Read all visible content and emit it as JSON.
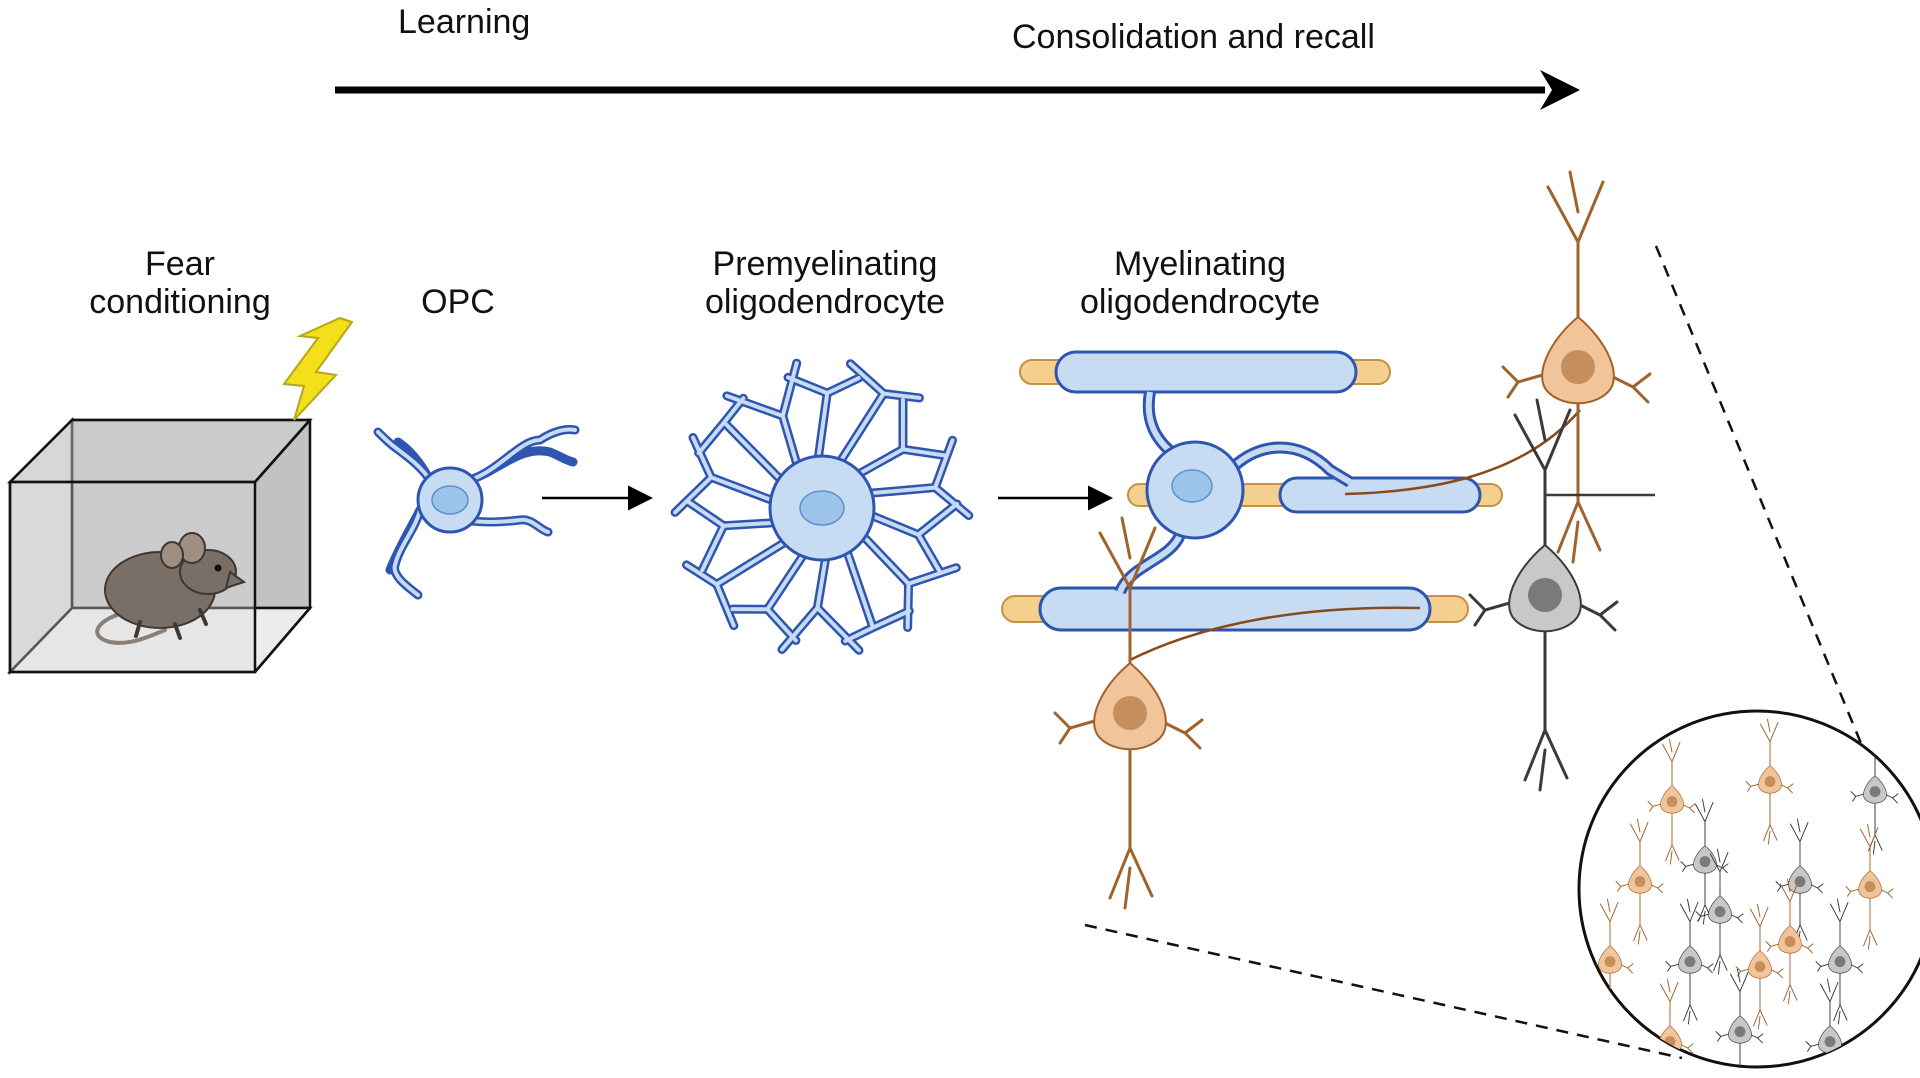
{
  "timeline": {
    "learning": "Learning",
    "consolidation": "Consolidation and recall"
  },
  "stages": {
    "fear_line1": "Fear",
    "fear_line2": "conditioning",
    "opc": "OPC",
    "premyelinating_line1": "Premyelinating",
    "premyelinating_line2": "oligodendrocyte",
    "myelinating_line1": "Myelinating",
    "myelinating_line2": "oligodendrocyte"
  },
  "colors": {
    "glia_fill": "#c7dcf2",
    "glia_stroke": "#2e55b0",
    "nucleus": "#9cc3ea",
    "engram_neuron": "#f2c49a",
    "engram_stroke": "#a0632b",
    "other_neuron": "#c8c8c8",
    "other_stroke": "#3a3a3a",
    "axon_tip": "#f5cf8e",
    "box_back": "#c2c2c2",
    "box_floor": "#ececec",
    "lightning": "#f3e01b",
    "mouse": "#7a6f66"
  },
  "icons": [
    "lightning-bolt-icon",
    "mouse-icon"
  ]
}
